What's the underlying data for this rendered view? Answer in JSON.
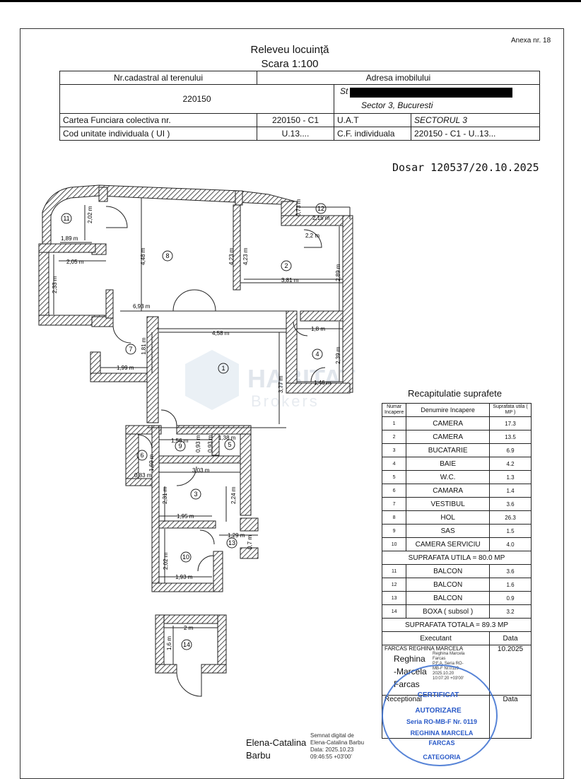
{
  "annex": "Anexa nr. 18",
  "title": "Releveu locuință",
  "scale": "Scara 1:100",
  "header": {
    "nr_cadastral_label": "Nr.cadastral al terenului",
    "nr_cadastral_value": "220150",
    "adresa_label": "Adresa imobilului",
    "adresa_line1": "St",
    "adresa_line2": "Sector 3, Bucuresti",
    "cf_colectiva_label": "Cartea Funciara colectiva nr.",
    "cf_colectiva_value": "220150 - C1",
    "uat_label": "U.A.T",
    "uat_value": "SECTORUL 3",
    "cod_ui_label": "Cod unitate individuala ( UI )",
    "cod_ui_value": "U.13....",
    "cf_individuala_label": "C.F. individuala",
    "cf_individuala_value": "220150 - C1 - U..13..."
  },
  "dosar": "Dosar 120537/20.10.2025",
  "watermark": {
    "line1": "HABITAT",
    "line2": "Brokers"
  },
  "plan": {
    "rooms": [
      {
        "id": "11"
      },
      {
        "id": "8"
      },
      {
        "id": "12"
      },
      {
        "id": "2"
      },
      {
        "id": "7"
      },
      {
        "id": "4"
      },
      {
        "id": "1"
      },
      {
        "id": "6"
      },
      {
        "id": "9"
      },
      {
        "id": "5"
      },
      {
        "id": "3"
      },
      {
        "id": "13"
      },
      {
        "id": "10"
      },
      {
        "id": "14"
      }
    ],
    "dims": [
      "2,02 m",
      "1,89 m",
      "2,05 m",
      "2,33 m",
      "4,48 m",
      "6,93 m",
      "4,23 m",
      "4,23 m",
      "0,73 m",
      "2,15 m",
      "2,2 m",
      "3,81 m",
      "2,89 m",
      "1,8 m",
      "2,39 m",
      "1,46 m",
      "4,58 m",
      "1,81 m",
      "1,99 m",
      "3,77 m",
      "1,56 m",
      "0,93 m",
      "0,93 m",
      "1,38 m",
      "1,69 m",
      "0,83 m",
      "3,03 m",
      "2,31 m",
      "2,24 m",
      "1,95 m",
      "1,29 m",
      "0,7 m",
      "2,02 m",
      "1,93 m",
      "2 m",
      "1,6 m"
    ]
  },
  "recap": {
    "title": "Recapitulatie suprafete",
    "head": {
      "nr": "Numar Incapere",
      "name": "Denumire Incapere",
      "area": "Suprafata utila ( MP )"
    },
    "rows": [
      {
        "nr": "1",
        "name": "CAMERA",
        "area": "17.3"
      },
      {
        "nr": "2",
        "name": "CAMERA",
        "area": "13.5"
      },
      {
        "nr": "3",
        "name": "BUCATARIE",
        "area": "6.9"
      },
      {
        "nr": "4",
        "name": "BAIE",
        "area": "4.2"
      },
      {
        "nr": "5",
        "name": "W.C.",
        "area": "1.3"
      },
      {
        "nr": "6",
        "name": "CAMARA",
        "area": "1.4"
      },
      {
        "nr": "7",
        "name": "VESTIBUL",
        "area": "3.6"
      },
      {
        "nr": "8",
        "name": "HOL",
        "area": "26.3"
      },
      {
        "nr": "9",
        "name": "SAS",
        "area": "1.5"
      },
      {
        "nr": "10",
        "name": "CAMERA SERVICIU",
        "area": "4.0"
      }
    ],
    "util_total": "SUPRAFATA UTILA = 80.0 MP",
    "balcony_rows": [
      {
        "nr": "11",
        "name": "BALCON",
        "area": "3.6"
      },
      {
        "nr": "12",
        "name": "BALCON",
        "area": "1.6"
      },
      {
        "nr": "13",
        "name": "BALCON",
        "area": "0.9"
      },
      {
        "nr": "14",
        "name": "BOXA ( subsol )",
        "area": "3.2"
      }
    ],
    "total": "SUPRAFATA TOTALA = 89.3 MP",
    "executant_label": "Executant",
    "data_label": "Data",
    "executant_name": "FARCAS REGHINA MARCELA",
    "executant_date": "10.2025",
    "receptional_label": "Receptional",
    "receptional_data": "Data"
  },
  "signature_exec": {
    "name_lines": [
      "Reghina",
      "-Marcela",
      "Farcas"
    ],
    "small": [
      "Reghina Marcela",
      "Farcas",
      "P.F.A. Seria RO-",
      "MB-F Nr.0119",
      "2025.10.20",
      "10:07:20 +03'00'"
    ]
  },
  "stamp": {
    "lines": [
      "CERTIFICAT",
      "AUTORIZARE",
      "Seria RO-MB-F Nr. 0119",
      "REGHINA MARCELA",
      "FARCAS",
      "CATEGORIA"
    ]
  },
  "signature_bottom": {
    "name_lines": [
      "Elena-Catalina",
      "Barbu"
    ],
    "small": [
      "Semnat digital de",
      "Elena-Catalina Barbu",
      "Data: 2025.10.23",
      "09:46:55 +03'00'"
    ]
  },
  "colors": {
    "wall_hatch": "#222",
    "stamp": "#2a5ac8",
    "watermark": "#c9d3de"
  }
}
